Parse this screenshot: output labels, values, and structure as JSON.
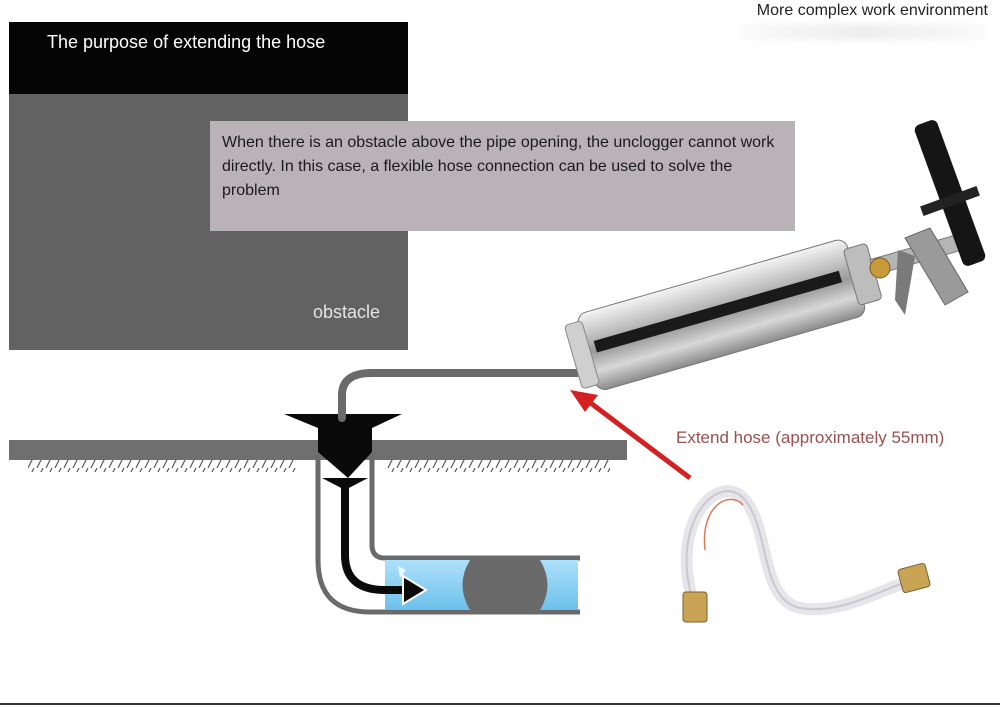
{
  "top_caption": "More complex work environment",
  "header_title": "The purpose of extending the hose",
  "note_text": "When there is an obstacle above the pipe opening, the unclogger cannot work directly. In this case, a flexible hose connection can be used to solve the problem",
  "obstacle_label": "obstacle",
  "hose_label": "Extend hose (approximately 55mm)",
  "colors": {
    "header_bg": "#050505",
    "obstacle_bg": "#626262",
    "note_bg": "#b9b2b6",
    "arrow_red": "#d42020",
    "water_blue": "#8fd0f2"
  }
}
